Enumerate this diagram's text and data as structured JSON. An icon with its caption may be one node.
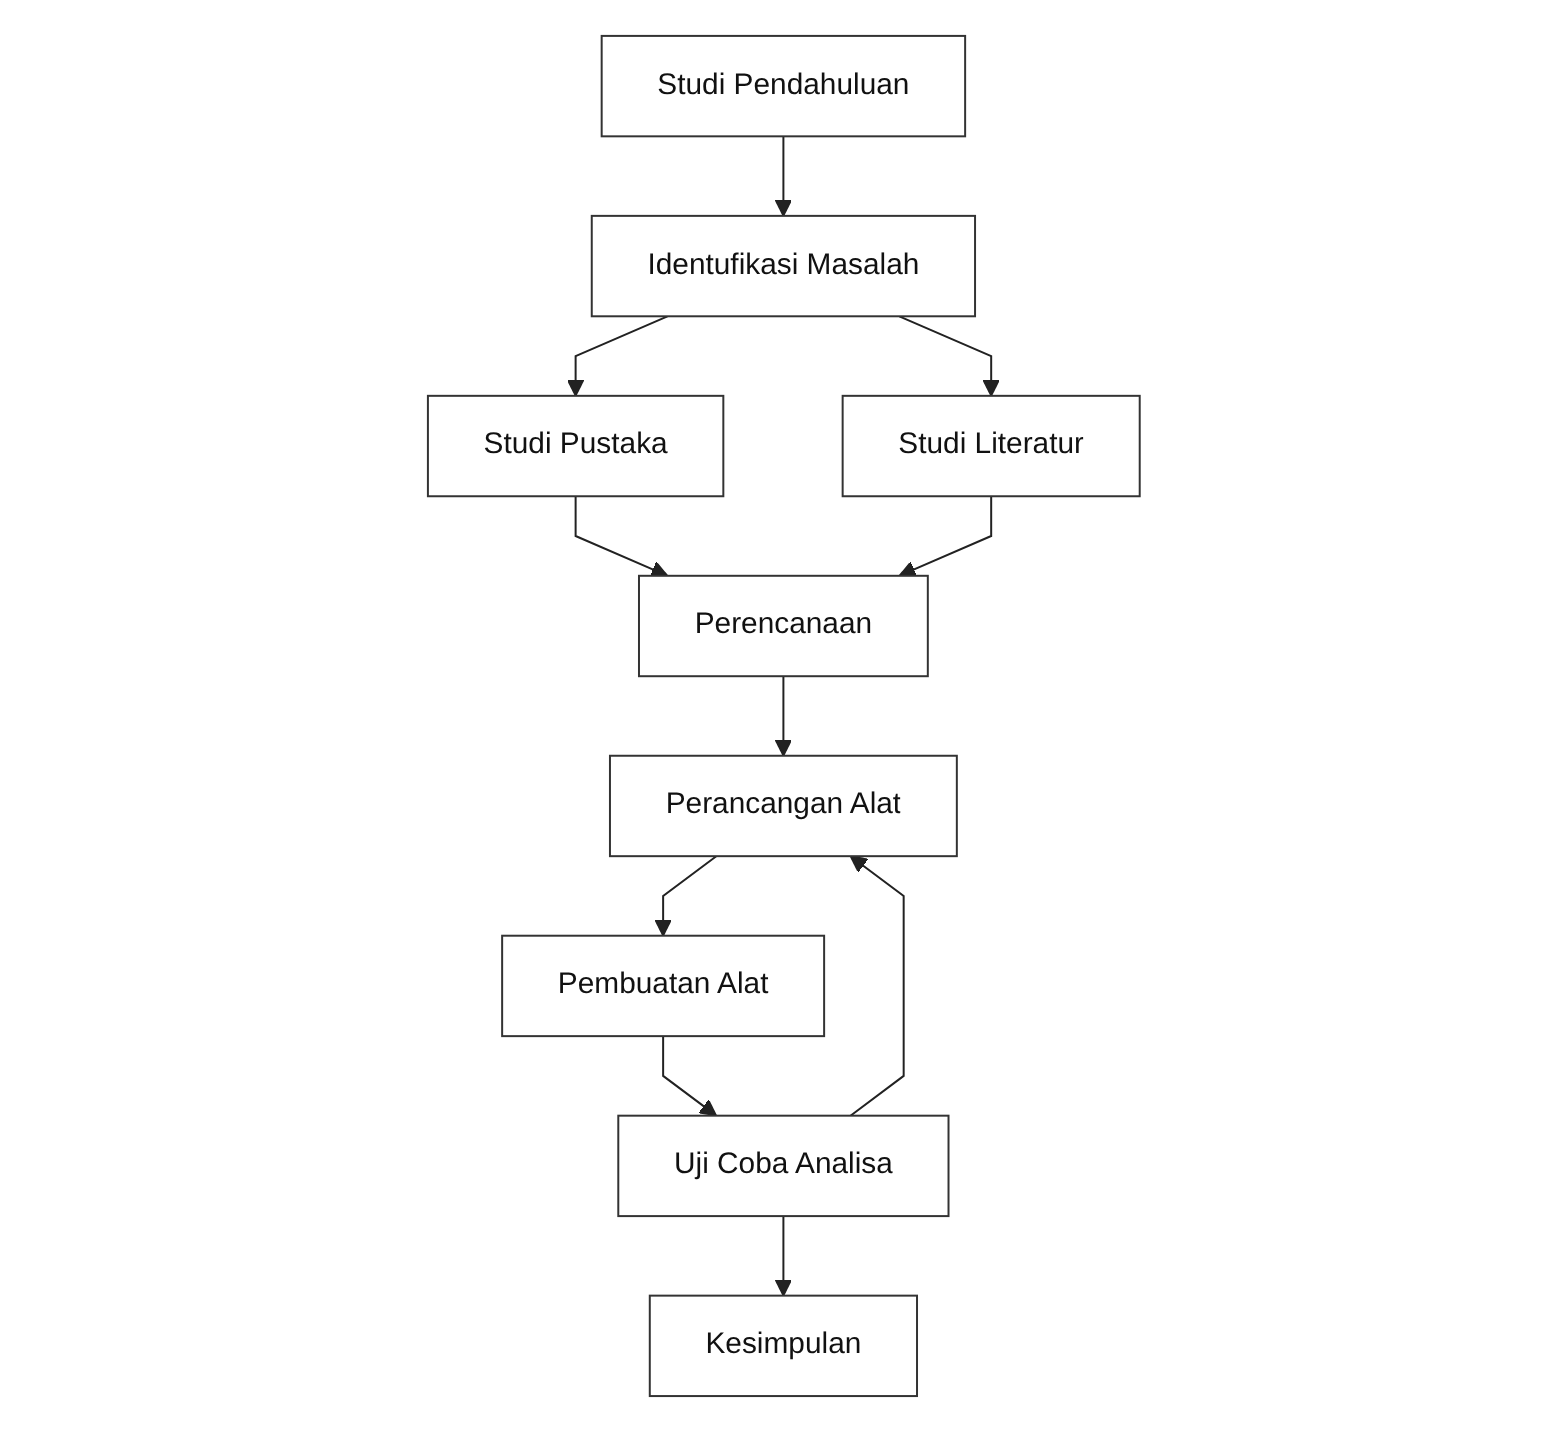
{
  "diagram": {
    "nodes": [
      {
        "text": [
          "Studi Pendahuluan"
        ]
      },
      {
        "text": [
          "Identufikasi Masalah"
        ]
      },
      {
        "text": [
          "Studi Pustaka"
        ]
      },
      {
        "text": [
          "Studi Literatur"
        ]
      },
      {
        "text": [
          "Perencanaan"
        ]
      },
      {
        "text": [
          "Perancangan Alat"
        ]
      },
      {
        "text": [
          "Pembuatan Alat"
        ]
      },
      {
        "text": [
          "Uji Coba Analisa"
        ]
      },
      {
        "text": [
          "Kesimpulan"
        ]
      }
    ],
    "edges": [
      {
        "from": 0,
        "to": 1,
        "arrow": "to"
      },
      {
        "from": 1,
        "to": 2,
        "arrow": "to"
      },
      {
        "from": 1,
        "to": 3,
        "arrow": "to"
      },
      {
        "from": 2,
        "to": 4,
        "arrow": "to"
      },
      {
        "from": 3,
        "to": 4,
        "arrow": "to"
      },
      {
        "from": 4,
        "to": 5,
        "arrow": "to"
      },
      {
        "from": 5,
        "to": 6,
        "arrow": "to"
      },
      {
        "from": 6,
        "to": 7,
        "arrow": "to"
      },
      {
        "from": 7,
        "to": 5,
        "arrow": "to"
      },
      {
        "from": 7,
        "to": 8,
        "arrow": "to"
      }
    ]
  }
}
